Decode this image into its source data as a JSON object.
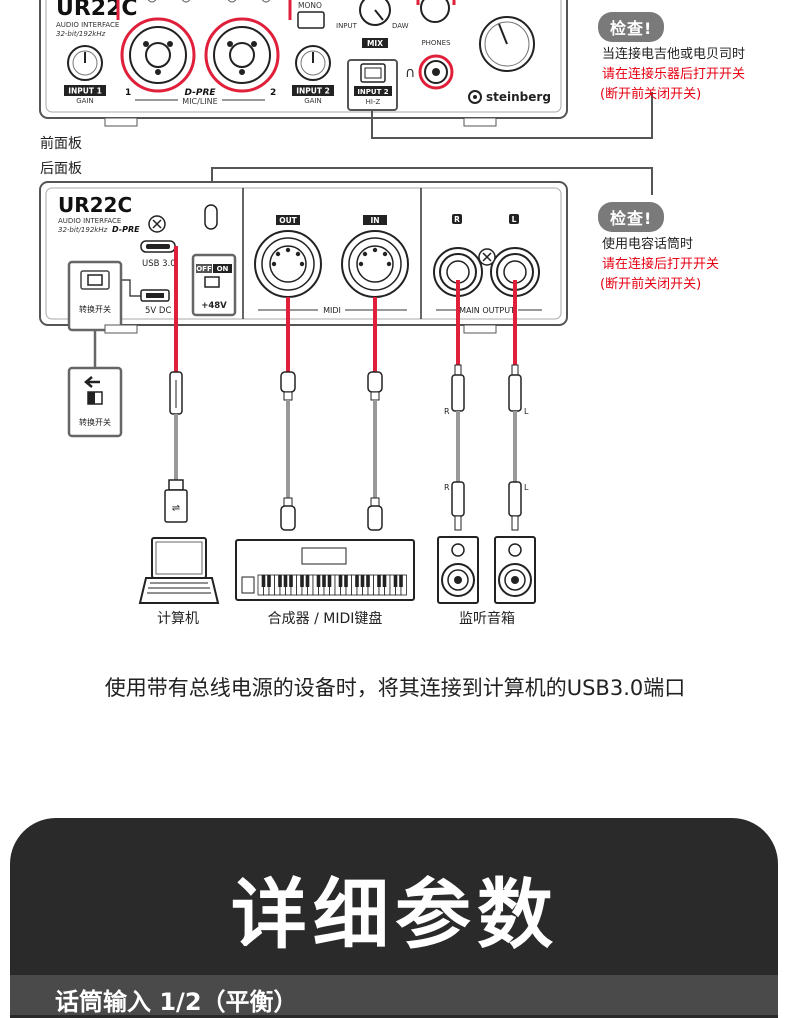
{
  "front_panel": {
    "logo": "UR22C",
    "sub1": "AUDIO INTERFACE",
    "sub2": "32-bit/192kHz",
    "input1": "INPUT 1",
    "input2": "INPUT 2",
    "gain": "GAIN",
    "dpre": "D-PRE",
    "micline": "MIC/LINE",
    "mono": "MONO",
    "input_lbl": "INPUT",
    "daw": "DAW",
    "mix": "MIX",
    "phones": "PHONES",
    "input2_btn": "INPUT 2",
    "hiz": "HI-Z",
    "brand": "steinberg",
    "ch1": "1",
    "ch2": "2",
    "front_label": "前面板"
  },
  "rear_panel": {
    "rear_label": "后面板",
    "logo": "UR22C",
    "sub1": "AUDIO INTERFACE",
    "sub2": "32-bit/192kHz",
    "dpre": "D-PRE",
    "usb": "USB 3.0",
    "dc": "5V DC",
    "switch_label": "转换开关",
    "off": "OFF",
    "on": "ON",
    "phantom": "+48V",
    "midi_out": "OUT",
    "midi_in": "IN",
    "midi": "MIDI",
    "r": "R",
    "l": "L",
    "main_output": "MAIN OUTPUT"
  },
  "switch_callout": {
    "label": "转换开关"
  },
  "check1": {
    "badge": "检查!",
    "line1": "当连接电吉他或电贝司时",
    "line2": "请在连接乐器后打开开关",
    "line3": "(断开前关闭开关)"
  },
  "check2": {
    "badge": "检查!",
    "line1": "使用电容话筒时",
    "line2": "请在连接后打开开关",
    "line3": "(断开前关闭开关)"
  },
  "cables": {
    "r_top": "R",
    "l_top": "L",
    "r_bottom": "R",
    "l_bottom": "L"
  },
  "devices": {
    "computer": "计算机",
    "synth": "合成器 / MIDI键盘",
    "monitors": "监听音箱"
  },
  "caption": "使用带有总线电源的设备时，将其连接到计算机的USB3.0端口",
  "params": {
    "title": "详细参数",
    "row1": "话筒输入 1/2（平衡）"
  },
  "colors": {
    "accent_red": "#e0203a",
    "badge_gray": "#7a7a7a",
    "panel_dark": "#2a2a2a"
  }
}
